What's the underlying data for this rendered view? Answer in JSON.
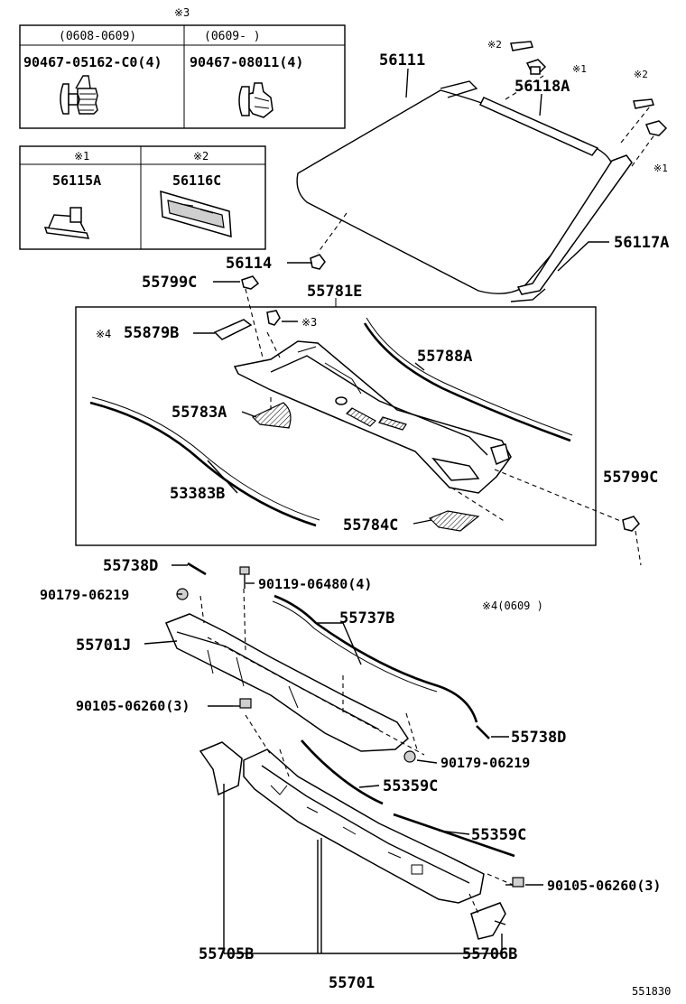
{
  "diagram": {
    "figure_number": "551830",
    "clip_table": {
      "header_note": "※3",
      "columns": [
        {
          "period": "(0608-0609)",
          "part_no": "90467-05162-C0(4)"
        },
        {
          "period": "(0609-      )",
          "part_no": "90467-08011(4)"
        }
      ]
    },
    "mark_table": {
      "columns": [
        {
          "mark": "※1",
          "part_no": "56115A"
        },
        {
          "mark": "※2",
          "part_no": "56116C"
        }
      ]
    },
    "labels": {
      "p56111": "56111",
      "p56118A": "56118A",
      "p56117A": "56117A",
      "p56114": "56114",
      "p55799C_top": "55799C",
      "p55781E": "55781E",
      "p55879B": "55879B",
      "p55788A": "55788A",
      "p55783A": "55783A",
      "p53383B": "53383B",
      "p55784C": "55784C",
      "p55799C_right": "55799C",
      "p55738D_top": "55738D",
      "p90119": "90119-06480(4)",
      "p90179_top": "90179-06219",
      "p55737B": "55737B",
      "p55701J": "55701J",
      "p90105_left": "90105-06260(3)",
      "p55738D_right": "55738D",
      "p90179_right": "90179-06219",
      "p55359C_a": "55359C",
      "p55359C_b": "55359C",
      "p90105_right": "90105-06260(3)",
      "p55705B": "55705B",
      "p55706B": "55706B",
      "p55701": "55701"
    },
    "marks": {
      "m2_top": "※2",
      "m1_top": "※1",
      "m2_right": "※2",
      "m1_right": "※1",
      "m4_left": "※4",
      "m3_mid": "※3",
      "m4_note": "※4(0609        )"
    }
  }
}
